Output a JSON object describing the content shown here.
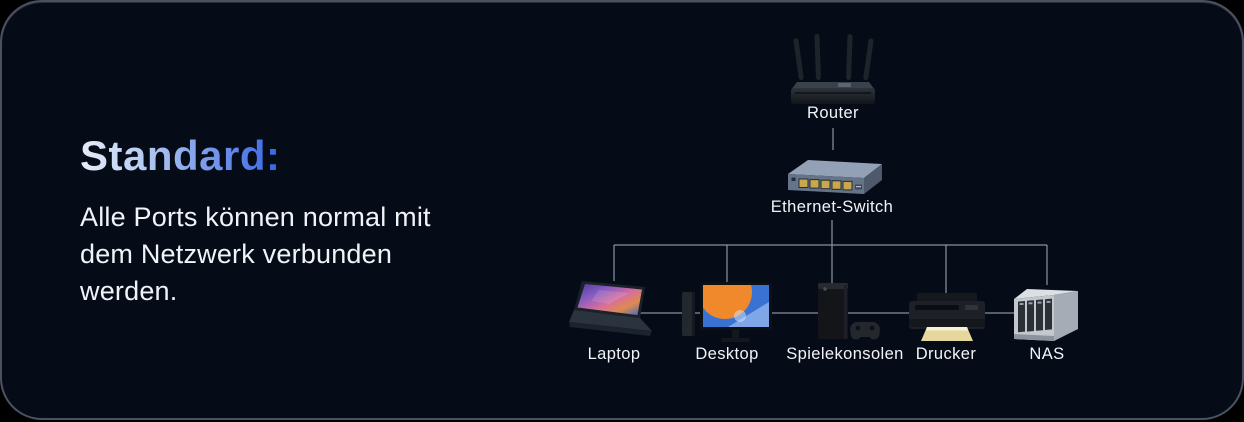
{
  "card": {
    "background": "#060b18",
    "border_color": "rgba(132,142,160,0.55)"
  },
  "intro": {
    "heading": "Standard:",
    "lines": {
      "0": "Alle Ports können normal mit",
      "1": "dem Netzwerk verbunden",
      "2": "werden."
    }
  },
  "network": {
    "root": {
      "label": "Router",
      "icon": "router-icon"
    },
    "switch": {
      "label": "Ethernet-Switch",
      "icon": "ethernet-switch-icon"
    },
    "devices": [
      {
        "label": "Laptop",
        "icon": "laptop-icon"
      },
      {
        "label": "Desktop",
        "icon": "desktop-icon"
      },
      {
        "label": "Spielekonsolen",
        "icon": "game-console-icon"
      },
      {
        "label": "Drucker",
        "icon": "printer-icon"
      },
      {
        "label": "NAS",
        "icon": "nas-icon"
      }
    ]
  },
  "colors": {
    "heading_gradient_start": "#e7edf8",
    "heading_gradient_end": "#3565e6",
    "connector_line": "#8f99a7",
    "body_text": "#f0f3f8",
    "label_text": "#f2f4f8",
    "switch_port": "#c9a84c"
  }
}
